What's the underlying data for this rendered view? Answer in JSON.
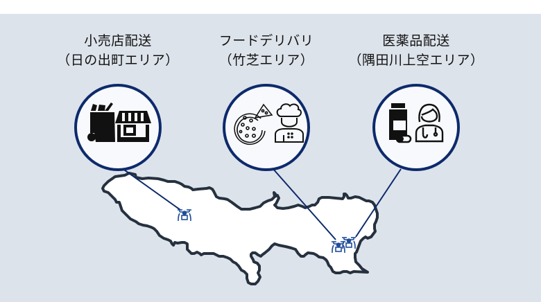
{
  "colors": {
    "background": "#dde3eb",
    "top_strip": "#ffffff",
    "circle_border": "#0d2a6b",
    "circle_fill": "#f7f9fc",
    "map_fill": "#ffffff",
    "map_outline": "#26313f",
    "connector_line": "#0d2a6b",
    "drone": "#1f4e9a",
    "icon": "#111111"
  },
  "use_cases": [
    {
      "title": "小売店配送",
      "area": "（日の出町エリア）",
      "icons": [
        "grocery-bag-icon",
        "storefront-icon"
      ]
    },
    {
      "title": "フードデリバリ",
      "area": "（竹芝エリア）",
      "icons": [
        "pizza-icon",
        "chef-icon"
      ]
    },
    {
      "title": "医薬品配送",
      "area": "（隅田川上空エリア）",
      "icons": [
        "medicine-bottle-icon",
        "doctor-icon"
      ]
    }
  ],
  "map": {
    "region": "tokyo-map-outline",
    "drones": [
      {
        "label": "drone-hinode"
      },
      {
        "label": "drone-takeshiba"
      },
      {
        "label": "drone-sumidagawa"
      }
    ]
  }
}
